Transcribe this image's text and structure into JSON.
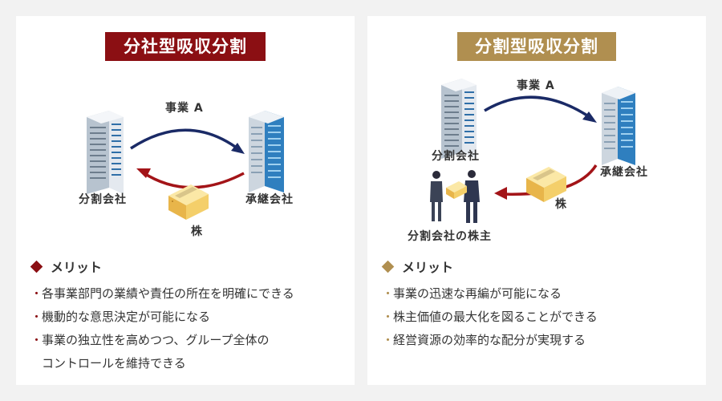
{
  "colors": {
    "left_accent": "#8b0f13",
    "right_accent": "#b08f50",
    "arrow_navy": "#1a2a66",
    "arrow_red": "#a31418",
    "building_light": "#e9edf2",
    "building_left_side": "#b7c3cf",
    "building_blue": "#2f7fbf"
  },
  "left": {
    "title": "分社型吸収分割",
    "flow_label": "事業 A",
    "from_label": "分割会社",
    "to_label": "承継会社",
    "stock_label": "株",
    "merit_title": "メリット",
    "bullet": "・",
    "merits": [
      [
        "各事業部門の業績や責任の所在を明確にできる"
      ],
      [
        "機動的な意思決定が可能になる"
      ],
      [
        "事業の独立性を高めつつ、グループ全体の",
        "コントロールを維持できる"
      ]
    ]
  },
  "right": {
    "title": "分割型吸収分割",
    "flow_label": "事業 A",
    "from_label": "分割会社",
    "to_label": "承継会社",
    "stock_label": "株",
    "shareholder_label": "分割会社の株主",
    "merit_title": "メリット",
    "bullet": "・",
    "merits": [
      [
        "事業の迅速な再編が可能になる"
      ],
      [
        "株主価値の最大化を図ることができる"
      ],
      [
        "経営資源の効率的な配分が実現する"
      ]
    ]
  }
}
